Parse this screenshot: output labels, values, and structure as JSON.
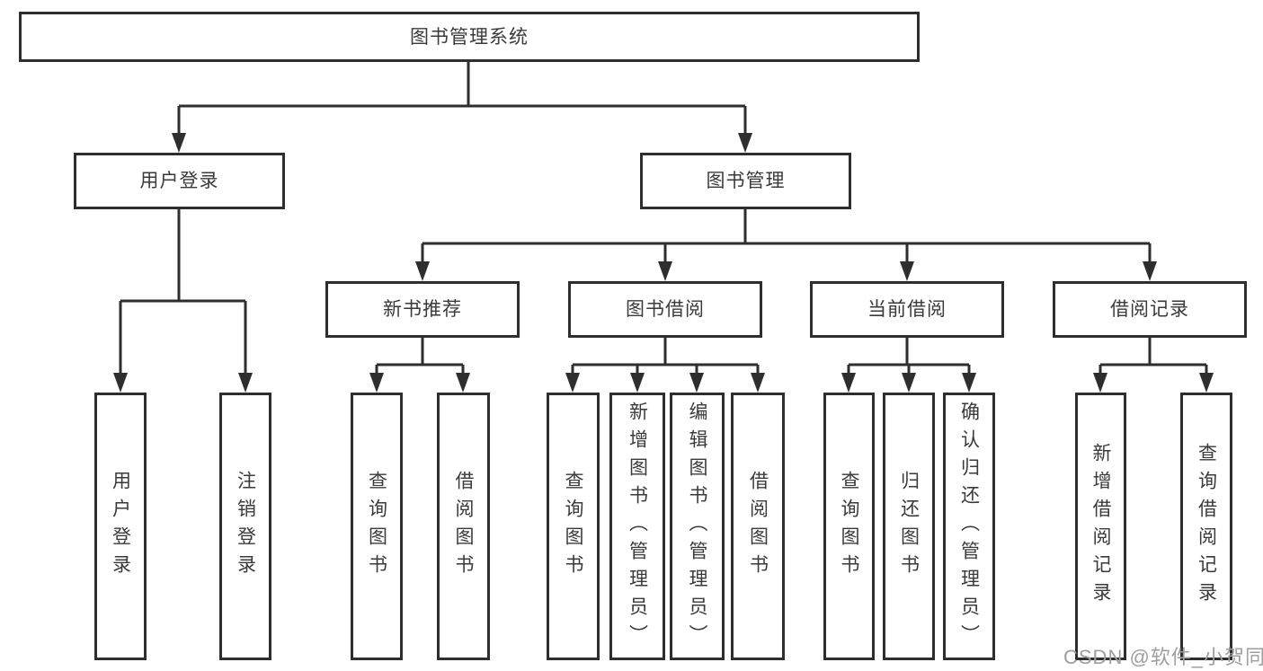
{
  "tree": {
    "root": {
      "label": "图书管理系统"
    },
    "branches": [
      {
        "label": "用户登录",
        "children": [
          {
            "label": "用户登录"
          },
          {
            "label": "注销登录"
          }
        ]
      },
      {
        "label": "图书管理",
        "children": [
          {
            "label": "新书推荐",
            "children": [
              {
                "label": "查询图书"
              },
              {
                "label": "借阅图书"
              }
            ]
          },
          {
            "label": "图书借阅",
            "children": [
              {
                "label": "查询图书"
              },
              {
                "label": "新增图书（管理员）"
              },
              {
                "label": "编辑图书（管理员）"
              },
              {
                "label": "借阅图书"
              }
            ]
          },
          {
            "label": "当前借阅",
            "children": [
              {
                "label": "查询图书"
              },
              {
                "label": "归还图书"
              },
              {
                "label": "确认归还（管理员）"
              }
            ]
          },
          {
            "label": "借阅记录",
            "children": [
              {
                "label": "新增借阅记录"
              },
              {
                "label": "查询借阅记录"
              }
            ]
          }
        ]
      }
    ]
  },
  "watermark": {
    "text": "CSDN @软件_小贺同学"
  },
  "colors": {
    "line": "#2e2e2e",
    "text": "#3a3a3a",
    "watermark": "#9e9e9e",
    "background": "#ffffff"
  }
}
